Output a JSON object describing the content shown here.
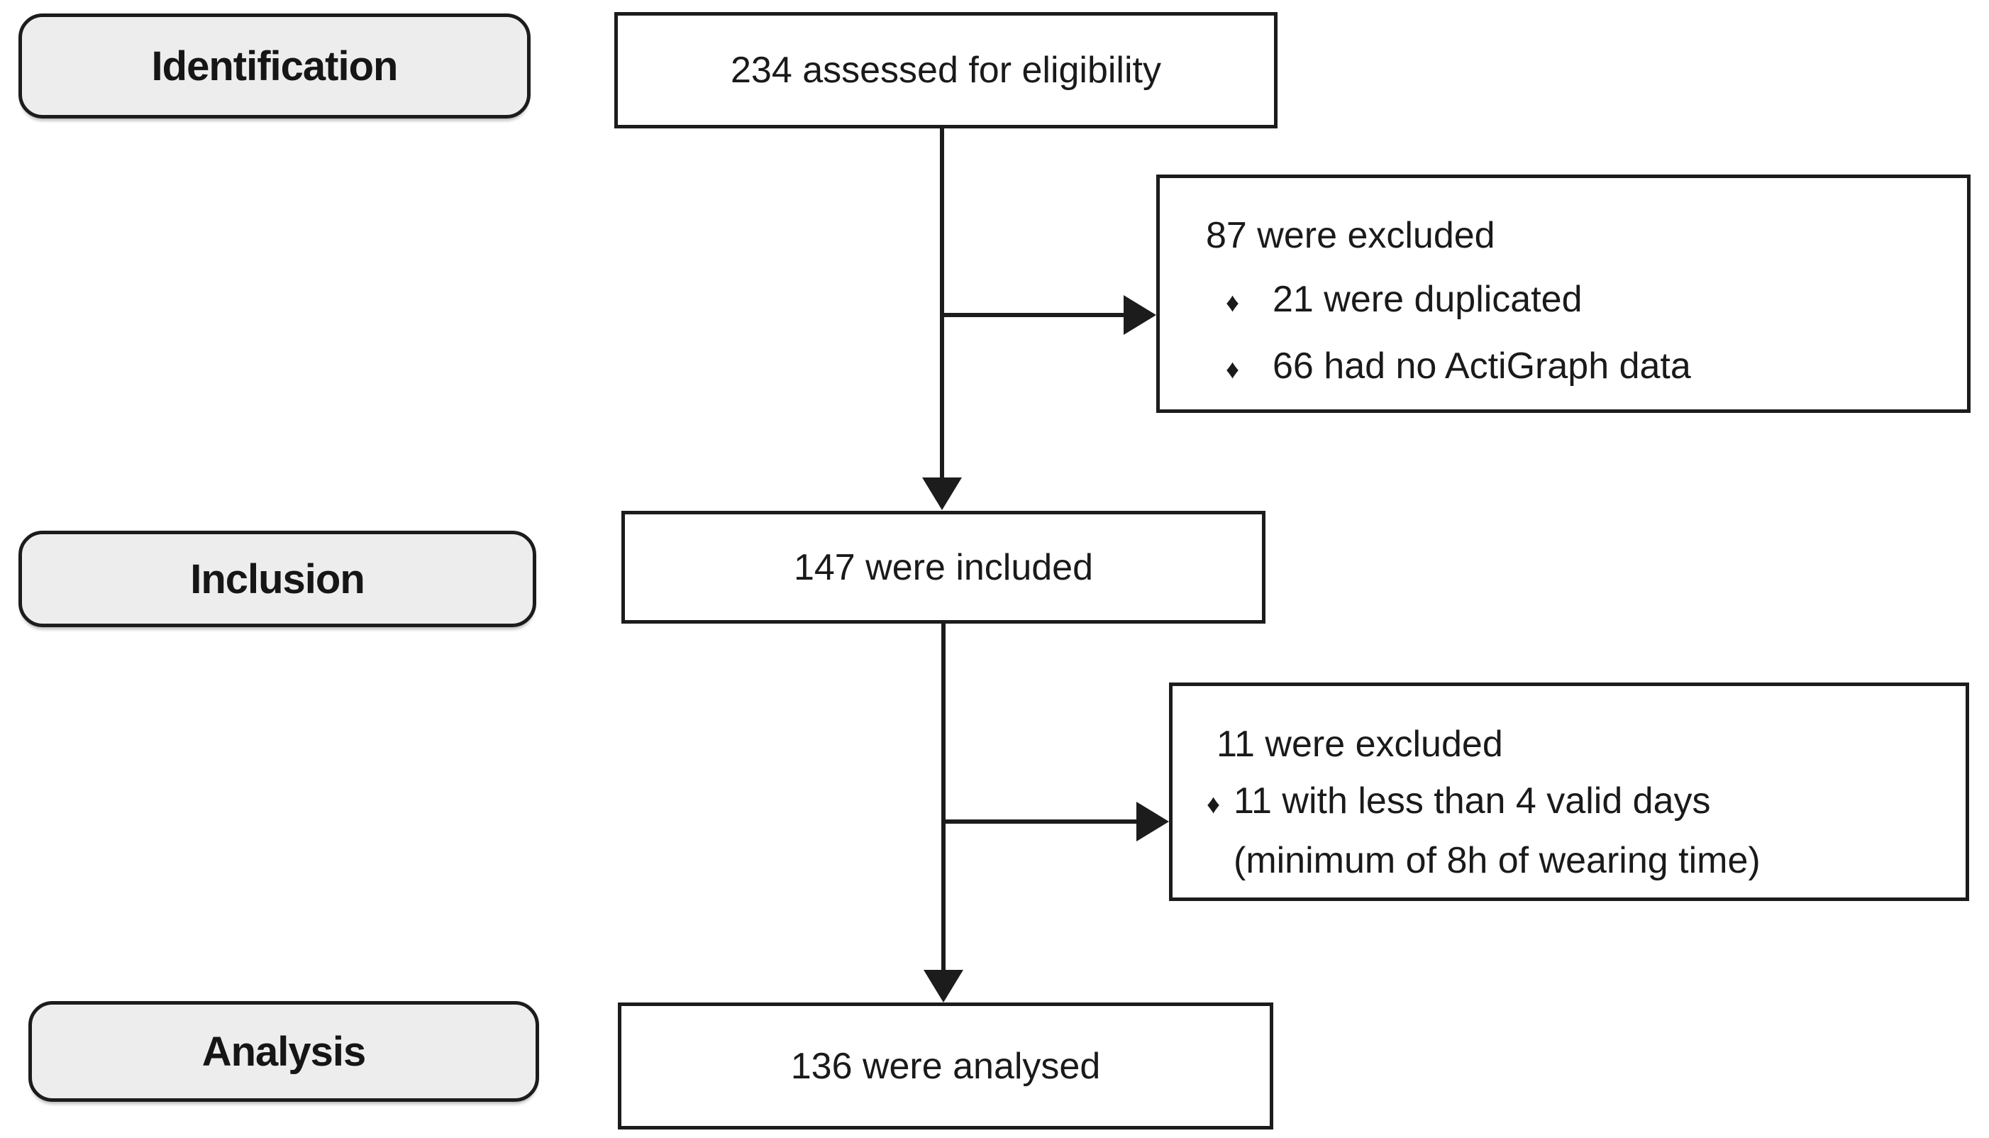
{
  "diagram": {
    "bullet_char": "♦",
    "stages": [
      {
        "label": "Identification"
      },
      {
        "label": "Inclusion"
      },
      {
        "label": "Analysis"
      }
    ],
    "nodes": [
      {
        "label": "234 assessed for eligibility"
      },
      {
        "label": "147 were included"
      },
      {
        "label": "136 were analysed"
      }
    ],
    "exclusions": [
      {
        "title": "87 were excluded",
        "items": [
          "21 were duplicated",
          "66 had no ActiGraph data"
        ]
      },
      {
        "title": "11 were excluded",
        "items": [
          "11 with less than 4 valid days",
          "(minimum of 8h of wearing time)"
        ]
      }
    ],
    "colors": {
      "stage_fill": "#ededed",
      "box_border": "#1c1c1c",
      "node_fill": "#ffffff",
      "arrow": "#1c1c1c"
    }
  }
}
